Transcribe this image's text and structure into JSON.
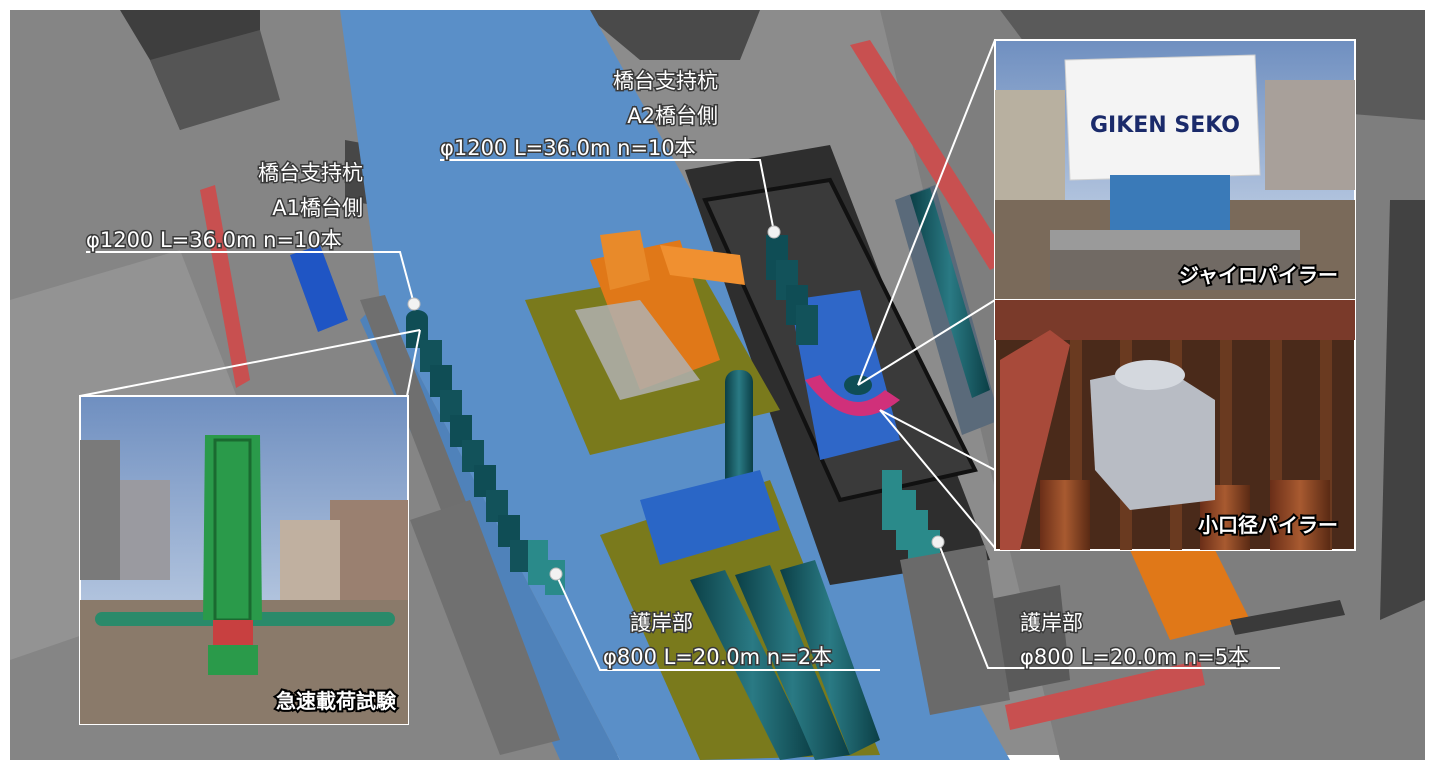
{
  "labels": {
    "a1": {
      "line1": "橋台支持杭",
      "line2": "A1橋台側",
      "spec": "φ1200 L=36.0m n=10本"
    },
    "a2": {
      "line1": "橋台支持杭",
      "line2": "A2橋台側",
      "spec": "φ1200 L=36.0m n=10本"
    },
    "revetment_left": {
      "line1": "護岸部",
      "spec": "φ800 L=20.0m n=2本"
    },
    "revetment_right": {
      "line1": "護岸部",
      "spec": "φ800 L=20.0m n=5本"
    }
  },
  "photos": {
    "gyro": {
      "caption": "ジャイロパイラー",
      "banner_text": "GIKEN SEKO"
    },
    "small": {
      "caption": "小口径パイラー"
    },
    "load_test": {
      "caption": "急速載荷試験"
    }
  },
  "colors": {
    "river": "#5a8fc8",
    "pile": "#0f4d55",
    "pile_teal": "#2a8a8a",
    "barge": "#7a7a1c",
    "crane": "#e07818",
    "road": "#8a8a8a",
    "building": "#4a4a4a",
    "wall_red": "#c85050",
    "magenta": "#d0307a"
  }
}
